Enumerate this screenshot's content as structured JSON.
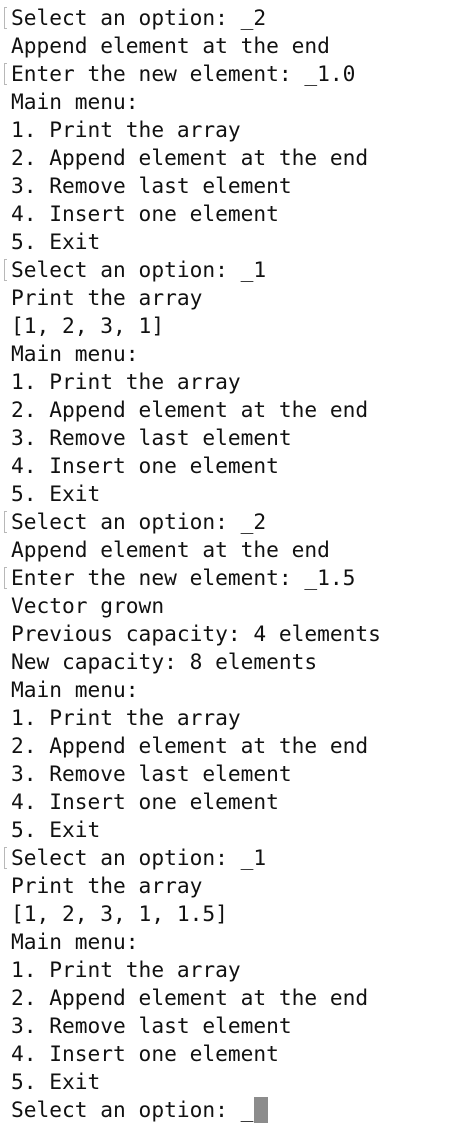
{
  "terminal": {
    "lines": [
      {
        "text": "Select an option: _2",
        "marked": true
      },
      {
        "text": "Append element at the end",
        "marked": false
      },
      {
        "text": "Enter the new element: _1.0",
        "marked": true
      },
      {
        "text": "Main menu:",
        "marked": false
      },
      {
        "text": "1. Print the array",
        "marked": false
      },
      {
        "text": "2. Append element at the end",
        "marked": false
      },
      {
        "text": "3. Remove last element",
        "marked": false
      },
      {
        "text": "4. Insert one element",
        "marked": false
      },
      {
        "text": "5. Exit",
        "marked": false
      },
      {
        "text": "Select an option: _1",
        "marked": true
      },
      {
        "text": "Print the array",
        "marked": false
      },
      {
        "text": "[1, 2, 3, 1]",
        "marked": false
      },
      {
        "text": "Main menu:",
        "marked": false
      },
      {
        "text": "1. Print the array",
        "marked": false
      },
      {
        "text": "2. Append element at the end",
        "marked": false
      },
      {
        "text": "3. Remove last element",
        "marked": false
      },
      {
        "text": "4. Insert one element",
        "marked": false
      },
      {
        "text": "5. Exit",
        "marked": false
      },
      {
        "text": "Select an option: _2",
        "marked": true
      },
      {
        "text": "Append element at the end",
        "marked": false
      },
      {
        "text": "Enter the new element: _1.5",
        "marked": true
      },
      {
        "text": "Vector grown",
        "marked": false
      },
      {
        "text": "Previous capacity: 4 elements",
        "marked": false
      },
      {
        "text": "New capacity: 8 elements",
        "marked": false
      },
      {
        "text": "Main menu:",
        "marked": false
      },
      {
        "text": "1. Print the array",
        "marked": false
      },
      {
        "text": "2. Append element at the end",
        "marked": false
      },
      {
        "text": "3. Remove last element",
        "marked": false
      },
      {
        "text": "4. Insert one element",
        "marked": false
      },
      {
        "text": "5. Exit",
        "marked": false
      },
      {
        "text": "Select an option: _1",
        "marked": true
      },
      {
        "text": "Print the array",
        "marked": false
      },
      {
        "text": "[1, 2, 3, 1, 1.5]",
        "marked": false
      },
      {
        "text": "Main menu:",
        "marked": false
      },
      {
        "text": "1. Print the array",
        "marked": false
      },
      {
        "text": "2. Append element at the end",
        "marked": false
      },
      {
        "text": "3. Remove last element",
        "marked": false
      },
      {
        "text": "4. Insert one element",
        "marked": false
      },
      {
        "text": "5. Exit",
        "marked": false
      }
    ],
    "prompt": "Select an option: _",
    "colors": {
      "background": "#ffffff",
      "text": "#111111",
      "cursor": "#8c8c8c",
      "mark": "#b8b8b8"
    }
  }
}
